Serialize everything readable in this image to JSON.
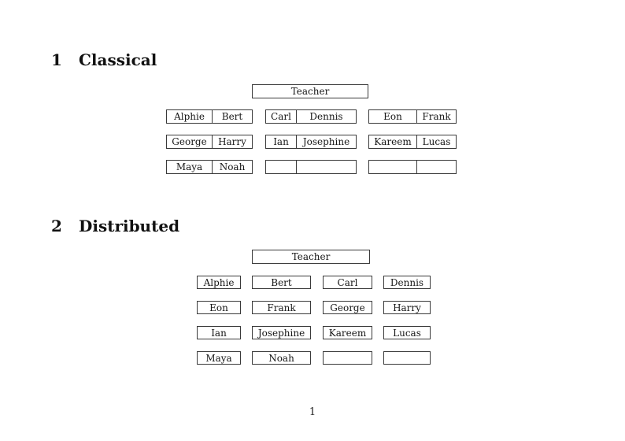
{
  "page": {
    "footer_page_number": "1"
  },
  "sections": [
    {
      "number": "1",
      "title": "Classical",
      "teacher_label": "Teacher",
      "rows": [
        [
          [
            "Alphie",
            "Bert"
          ],
          [
            "Carl",
            "Dennis"
          ],
          [
            "Eon",
            "Frank"
          ]
        ],
        [
          [
            "George",
            "Harry"
          ],
          [
            "Ian",
            "Josephine"
          ],
          [
            "Kareem",
            "Lucas"
          ]
        ],
        [
          [
            "Maya",
            "Noah"
          ],
          [
            "",
            ""
          ],
          [
            "",
            ""
          ]
        ]
      ]
    },
    {
      "number": "2",
      "title": "Distributed",
      "teacher_label": "Teacher",
      "rows": [
        [
          "Alphie",
          "Bert",
          "Carl",
          "Dennis"
        ],
        [
          "Eon",
          "Frank",
          "George",
          "Harry"
        ],
        [
          "Ian",
          "Josephine",
          "Kareem",
          "Lucas"
        ],
        [
          "Maya",
          "Noah",
          "",
          ""
        ]
      ]
    }
  ]
}
